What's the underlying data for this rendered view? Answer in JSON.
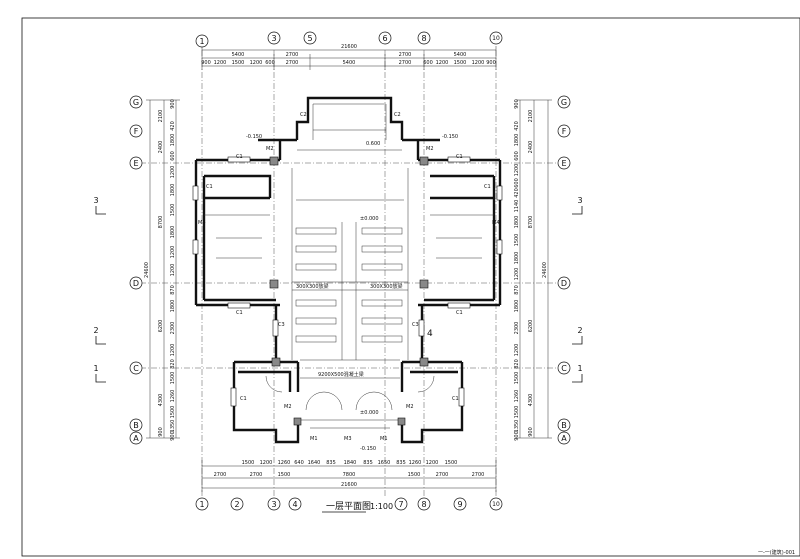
{
  "drawing": {
    "title": "一层平面图",
    "scale": "1:100",
    "corner_note": "一-一(建筑)-001"
  },
  "grid": {
    "top_axes": [
      "1",
      "3",
      "5",
      "6",
      "8",
      "10"
    ],
    "bottom_axes": [
      "1",
      "2",
      "3",
      "4",
      "7",
      "8",
      "9",
      "10"
    ],
    "left_axes": [
      "G",
      "F",
      "E",
      "D",
      "C",
      "B",
      "A"
    ],
    "right_axes": [
      "G",
      "F",
      "E",
      "D",
      "C",
      "B",
      "A"
    ]
  },
  "section_marks": {
    "s3": "3",
    "s2": "2",
    "s1": "1"
  },
  "dims_top": {
    "total": "21600",
    "r1": [
      "5400",
      "2700",
      "2700",
      "5400"
    ],
    "r2": [
      "900",
      "1200",
      "1500",
      "1200",
      "600",
      "2700",
      "5400",
      "2700",
      "600",
      "1200",
      "1500",
      "1200",
      "900"
    ]
  },
  "dims_bottom": {
    "total": "21600",
    "r1": [
      "1500",
      "1200",
      "1260",
      "640",
      "1640",
      "835",
      "1840",
      "835",
      "1650",
      "835",
      "1260",
      "1200",
      "1500"
    ],
    "r2": [
      "2700",
      "2700",
      "1500",
      "7800",
      "1500",
      "2700",
      "2700"
    ]
  },
  "dims_left": {
    "total": "24600",
    "seg": [
      "2100",
      "2400",
      "8700",
      "6200",
      "4300",
      "900"
    ],
    "fine": [
      "900",
      "420",
      "1800",
      "600",
      "1200",
      "1800",
      "1500",
      "1800",
      "1200",
      "1200",
      "870",
      "1800",
      "2300",
      "1200",
      "820",
      "1500",
      "1260",
      "1500",
      "1350",
      "900"
    ]
  },
  "dims_right": {
    "total": "24600",
    "seg": [
      "2100",
      "2400",
      "8700",
      "6200",
      "4300",
      "900"
    ],
    "fine": [
      "900",
      "420",
      "1800",
      "600",
      "1200",
      "600",
      "420",
      "1140",
      "1800",
      "1500",
      "1800",
      "1200",
      "870",
      "1800",
      "2300",
      "1200",
      "820",
      "1500",
      "1260",
      "1500",
      "1350",
      "900"
    ]
  },
  "labels": {
    "elev_top_left": "-0.150",
    "elev_top_right": "-0.150",
    "elev_stage": "0.600",
    "elev_hall": "±0.000",
    "elev_entry": "±0.000",
    "elev_outside": "-0.150",
    "beam_left": "300X300放梁",
    "beam_right": "300X300放梁",
    "lintel": "9200X500混凝土梁",
    "win_c1": "C1",
    "win_c2": "C2",
    "win_c3": "C3",
    "door_m1": "M1",
    "door_m2": "M2",
    "door_m3": "M3",
    "door_m4": "M4",
    "mark4": "4"
  }
}
